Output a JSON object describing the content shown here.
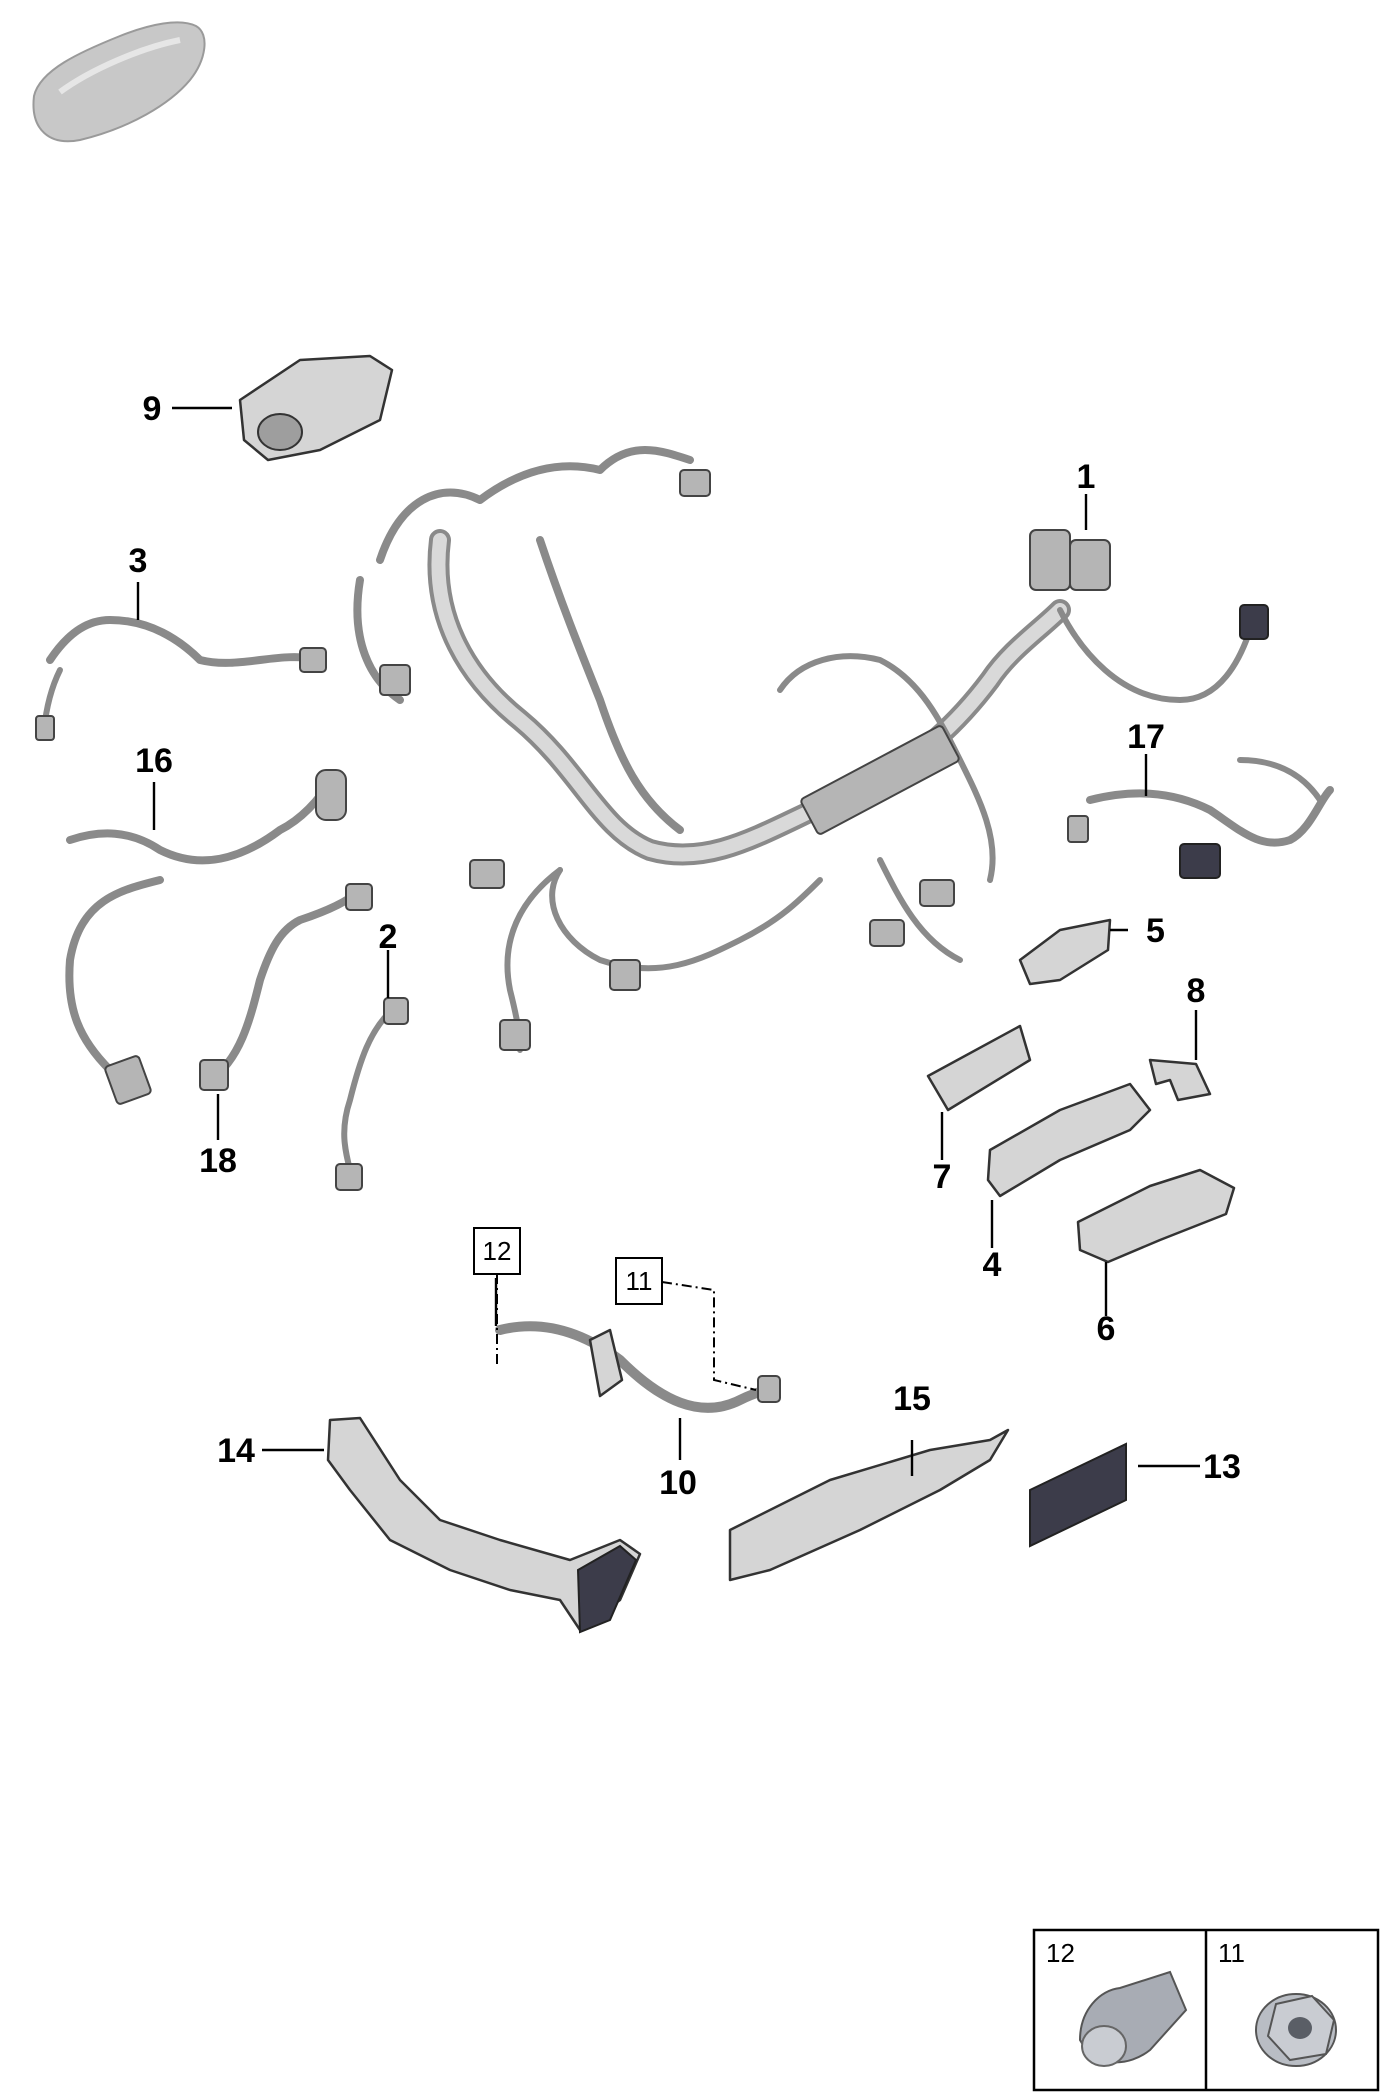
{
  "diagram": {
    "part_callouts": [
      {
        "id": "1",
        "label": "1"
      },
      {
        "id": "2",
        "label": "2"
      },
      {
        "id": "3",
        "label": "3"
      },
      {
        "id": "4",
        "label": "4"
      },
      {
        "id": "5",
        "label": "5"
      },
      {
        "id": "6",
        "label": "6"
      },
      {
        "id": "7",
        "label": "7"
      },
      {
        "id": "8",
        "label": "8"
      },
      {
        "id": "9",
        "label": "9"
      },
      {
        "id": "10",
        "label": "10"
      },
      {
        "id": "13",
        "label": "13"
      },
      {
        "id": "14",
        "label": "14"
      },
      {
        "id": "15",
        "label": "15"
      },
      {
        "id": "16",
        "label": "16"
      },
      {
        "id": "17",
        "label": "17"
      },
      {
        "id": "18",
        "label": "18"
      }
    ],
    "boxed_callouts": [
      {
        "id": "12",
        "label": "12"
      },
      {
        "id": "11",
        "label": "11"
      }
    ],
    "legend": {
      "cells": [
        {
          "label": "12",
          "icon": "cap-nut-icon"
        },
        {
          "label": "11",
          "icon": "flange-nut-icon"
        }
      ]
    }
  }
}
